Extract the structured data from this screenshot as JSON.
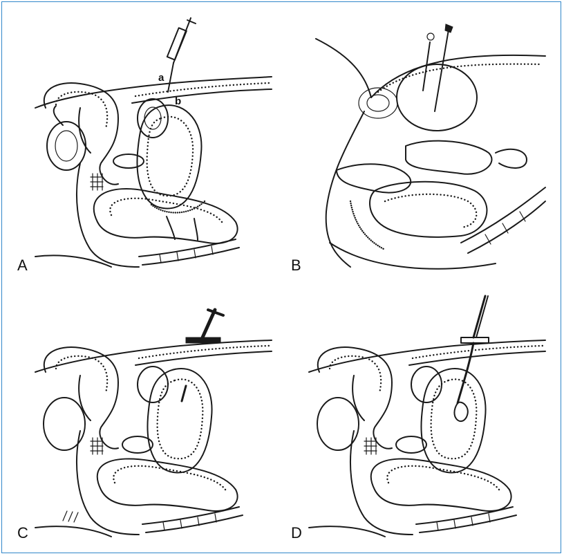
{
  "panels": [
    {
      "label": "A",
      "instrument": "syringe-needle",
      "marks": [
        "a",
        "b"
      ]
    },
    {
      "label": "B",
      "instrument": "trocar-catheter",
      "marks": []
    },
    {
      "label": "C",
      "instrument": "trocar",
      "marks": []
    },
    {
      "label": "D",
      "instrument": "suprapubic-catheter",
      "marks": []
    }
  ],
  "colors": {
    "border": "#2f86c9",
    "ink": "#1a1a1a",
    "background": "#ffffff"
  }
}
